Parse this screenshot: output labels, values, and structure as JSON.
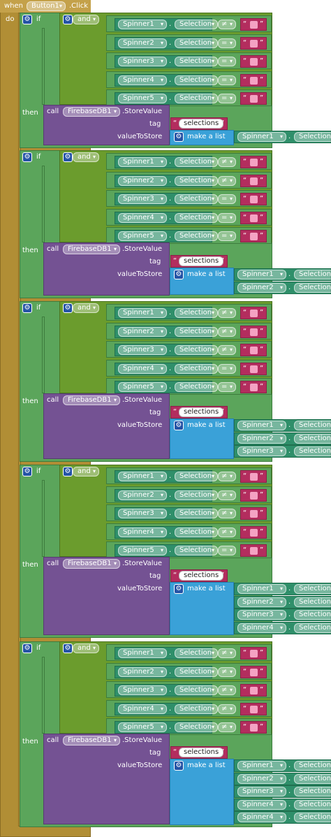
{
  "event": {
    "when": "when",
    "component": "Button1",
    "event": ".Click",
    "do": "do"
  },
  "labels": {
    "if": "if",
    "and": "and",
    "then": "then",
    "call": "call",
    "component": "FirebaseDB1",
    "method": ".StoreValue",
    "tag": "tag",
    "valueToStore": "valueToStore",
    "make_list": "make a list",
    "selection": "Selection",
    "selections": "selections",
    "quote_open": "“",
    "quote_close": "”"
  },
  "groups": [
    {
      "ops": [
        "≠",
        "=",
        "=",
        "=",
        "="
      ],
      "list": [
        "Spinner1"
      ]
    },
    {
      "ops": [
        "≠",
        "≠",
        "=",
        "=",
        "="
      ],
      "list": [
        "Spinner1",
        "Spinner2"
      ]
    },
    {
      "ops": [
        "≠",
        "≠",
        "≠",
        "=",
        "="
      ],
      "list": [
        "Spinner1",
        "Spinner2",
        "Spinner3"
      ]
    },
    {
      "ops": [
        "≠",
        "≠",
        "≠",
        "≠",
        "="
      ],
      "list": [
        "Spinner1",
        "Spinner2",
        "Spinner3",
        "Spinner4"
      ]
    },
    {
      "ops": [
        "≠",
        "≠",
        "≠",
        "≠",
        "≠"
      ],
      "list": [
        "Spinner1",
        "Spinner2",
        "Spinner3",
        "Spinner4",
        "Spinner4"
      ]
    }
  ],
  "spinners": [
    "Spinner1",
    "Spinner2",
    "Spinner3",
    "Spinner4",
    "Spinner5"
  ],
  "colors": {
    "event": "#b18e35",
    "if": "#5ba55b",
    "logic": "#6b9c2d",
    "call": "#745293",
    "list": "#3aa1d8",
    "text": "#b32d5e",
    "getter": "#2f8f6a"
  }
}
